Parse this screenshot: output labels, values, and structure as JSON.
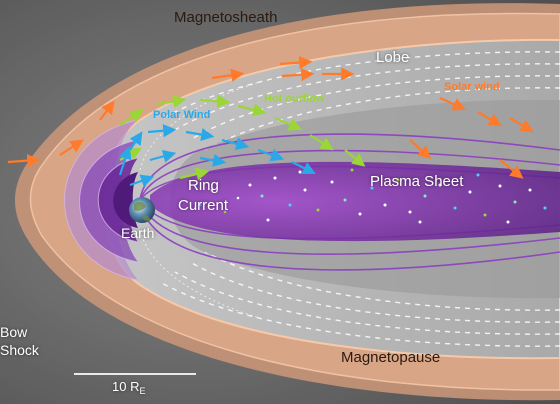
{
  "labels": {
    "magnetosheath": "Magnetosheath",
    "lobe": "Lobe",
    "solar_wind": "Solar wind",
    "hot_outflow": "Hot outflow",
    "polar_wind": "Polar Wind",
    "ring_current_1": "Ring",
    "ring_current_2": "Current",
    "plasma_sheet": "Plasma Sheet",
    "earth": "Earth",
    "bow_1": "Bow",
    "bow_2": "Shock",
    "magnetopause": "Magnetopause",
    "scale_value": "10 R",
    "scale_sub": "E"
  },
  "colors": {
    "solar_wind": "#ff7a2a",
    "hot_outflow": "#9ad636",
    "polar_wind": "#2aa8e8",
    "plasma": "#7a2fa8",
    "sheath": "#e2a784"
  }
}
